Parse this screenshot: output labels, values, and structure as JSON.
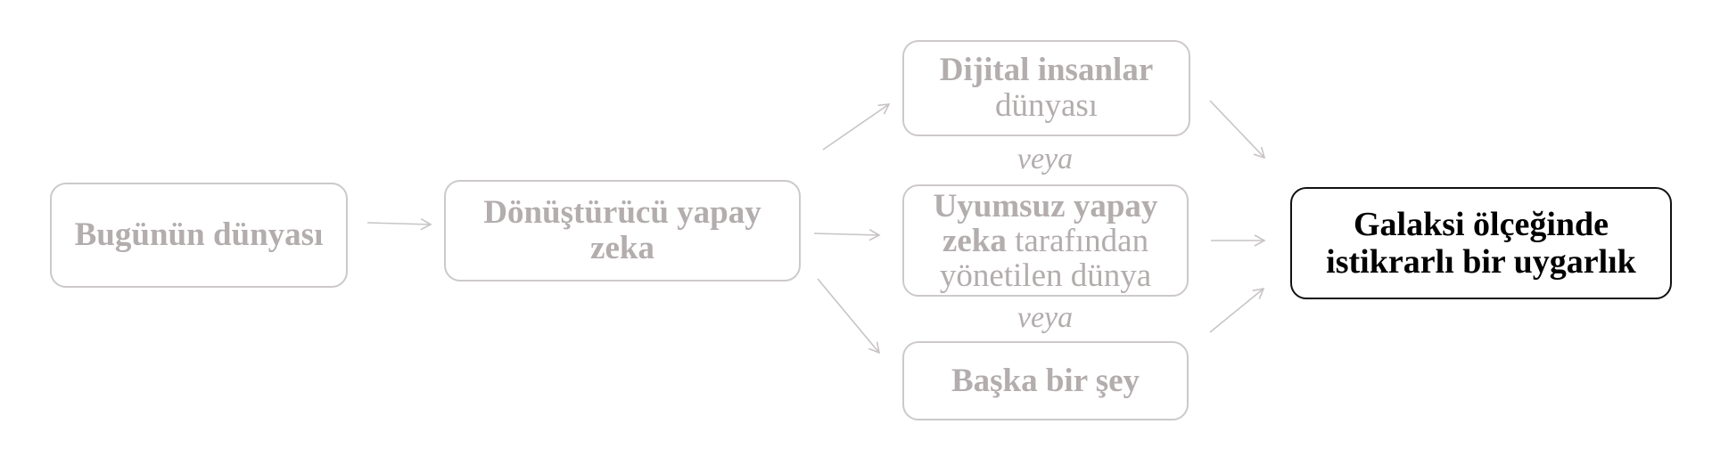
{
  "diagram": {
    "nodes": {
      "today": {
        "label": "Bugünün dünyası"
      },
      "transformative_ai": {
        "label": "Dönüştürücü yapay zeka"
      },
      "digital_people": {
        "label_bold": "Dijital insanlar",
        "label_rest": "dünyası"
      },
      "misaligned_ai": {
        "label_bold": "Uyumsuz yapay zeka",
        "label_rest": "tarafından yönetilen dünya"
      },
      "something_else": {
        "label": "Başka bir şey"
      },
      "galaxy_civilization": {
        "label_line1": "Galaksi ölçeğinde",
        "label_line2": "istikrarlı bir uygarlık"
      }
    },
    "separators": [
      "veya",
      "veya"
    ],
    "edges": [
      [
        "today",
        "transformative_ai"
      ],
      [
        "transformative_ai",
        "digital_people"
      ],
      [
        "transformative_ai",
        "misaligned_ai"
      ],
      [
        "transformative_ai",
        "something_else"
      ],
      [
        "digital_people",
        "galaxy_civilization"
      ],
      [
        "misaligned_ai",
        "galaxy_civilization"
      ],
      [
        "something_else",
        "galaxy_civilization"
      ]
    ],
    "colors": {
      "faded_text": "#b3adad",
      "faded_border": "#cdc9c9",
      "emphasis_text": "#000000",
      "emphasis_border": "#111111",
      "arrow": "#c8c4c4"
    }
  }
}
